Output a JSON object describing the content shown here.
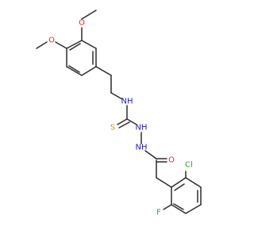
{
  "molecule": {
    "atom_labels": {
      "methoxy_o_upper": "O",
      "methoxy_o_lower": "O",
      "amine_n": "NH",
      "thione_s": "S",
      "hydrazine_n1": "NH",
      "hydrazine_n2": "NH",
      "carbonyl_o": "O",
      "chloro": "Cl",
      "fluoro": "F"
    },
    "colors": {
      "bond": "#2b2b2b",
      "oxygen": "#e8281e",
      "nitrogen": "#2020c8",
      "sulfur": "#c8a000",
      "chlorine": "#22b022",
      "fluorine": "#22b022"
    }
  }
}
